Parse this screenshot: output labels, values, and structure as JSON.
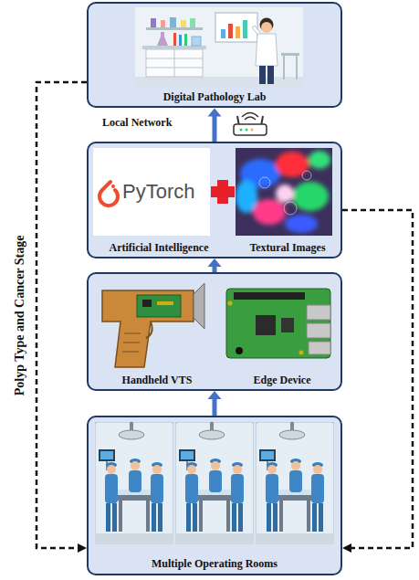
{
  "diagram": {
    "nodes": [
      {
        "text": [
          "Digital Pathology Lab"
        ]
      },
      {
        "text": [
          "Artificial Intelligence",
          "Textural Images"
        ]
      },
      {
        "text": [
          "Handheld VTS",
          "Edge Device"
        ]
      },
      {
        "text": [
          "Multiple Operating Rooms"
        ]
      }
    ],
    "edges": [
      {
        "from": 3,
        "to": 2,
        "arrow": "to"
      },
      {
        "from": 2,
        "to": 1,
        "arrow": "to"
      },
      {
        "from": 1,
        "to": 0,
        "arrow": "to",
        "label": "Local Network"
      },
      {
        "from": 0,
        "to": 3,
        "arrow": "to",
        "label": "Polyp Type and Cancer Stage"
      },
      {
        "from": 1,
        "to": 3,
        "arrow": "to"
      }
    ],
    "labels": [
      "PyTorch"
    ]
  }
}
